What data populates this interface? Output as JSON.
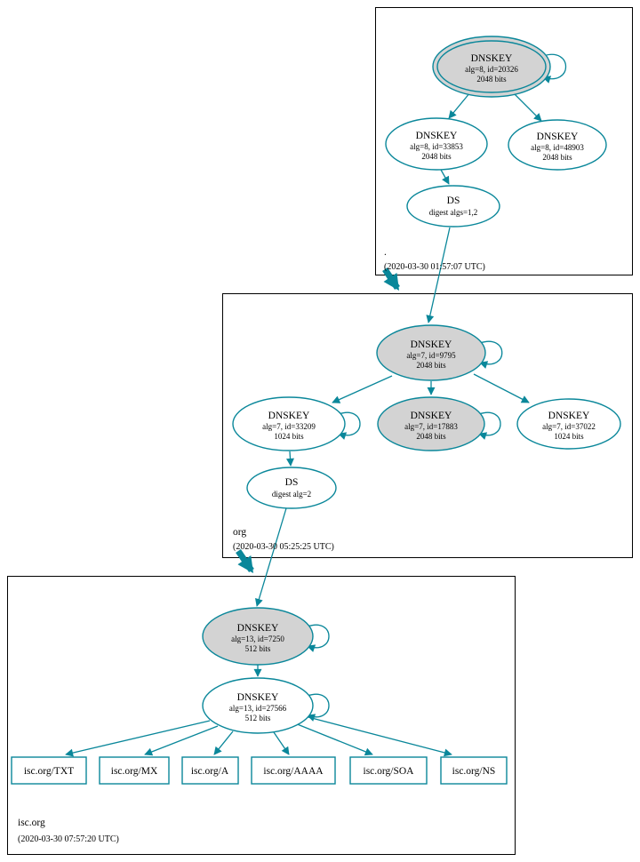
{
  "diagram_type": "dnssec-trust-chain",
  "colors": {
    "edge_teal": "#0a879a",
    "sep_key_fill_gray": "#d3d3d3",
    "node_fill_white": "#ffffff",
    "zone_border": "#000000",
    "text": "#000000"
  },
  "zones": [
    {
      "label": ".",
      "timestamp": "(2020-03-30 01:57:07 UTC)",
      "nodes": {
        "ksk": {
          "title": "DNSKEY",
          "detail1": "alg=8, id=20326",
          "detail2": "2048 bits"
        },
        "zsk1": {
          "title": "DNSKEY",
          "detail1": "alg=8, id=33853",
          "detail2": "2048 bits"
        },
        "zsk2": {
          "title": "DNSKEY",
          "detail1": "alg=8, id=48903",
          "detail2": "2048 bits"
        },
        "ds": {
          "title": "DS",
          "detail1": "digest algs=1,2"
        }
      }
    },
    {
      "label": "org",
      "timestamp": "(2020-03-30 05:25:25 UTC)",
      "nodes": {
        "ksk": {
          "title": "DNSKEY",
          "detail1": "alg=7, id=9795",
          "detail2": "2048 bits"
        },
        "zsk_left": {
          "title": "DNSKEY",
          "detail1": "alg=7, id=33209",
          "detail2": "1024 bits"
        },
        "ksk2": {
          "title": "DNSKEY",
          "detail1": "alg=7, id=17883",
          "detail2": "2048 bits"
        },
        "zsk_right": {
          "title": "DNSKEY",
          "detail1": "alg=7, id=37022",
          "detail2": "1024 bits"
        },
        "ds": {
          "title": "DS",
          "detail1": "digest alg=2"
        }
      }
    },
    {
      "label": "isc.org",
      "timestamp": "(2020-03-30 07:57:20 UTC)",
      "nodes": {
        "ksk": {
          "title": "DNSKEY",
          "detail1": "alg=13, id=7250",
          "detail2": "512 bits"
        },
        "zsk": {
          "title": "DNSKEY",
          "detail1": "alg=13, id=27566",
          "detail2": "512 bits"
        },
        "records": [
          "isc.org/TXT",
          "isc.org/MX",
          "isc.org/A",
          "isc.org/AAAA",
          "isc.org/SOA",
          "isc.org/NS"
        ]
      }
    }
  ]
}
